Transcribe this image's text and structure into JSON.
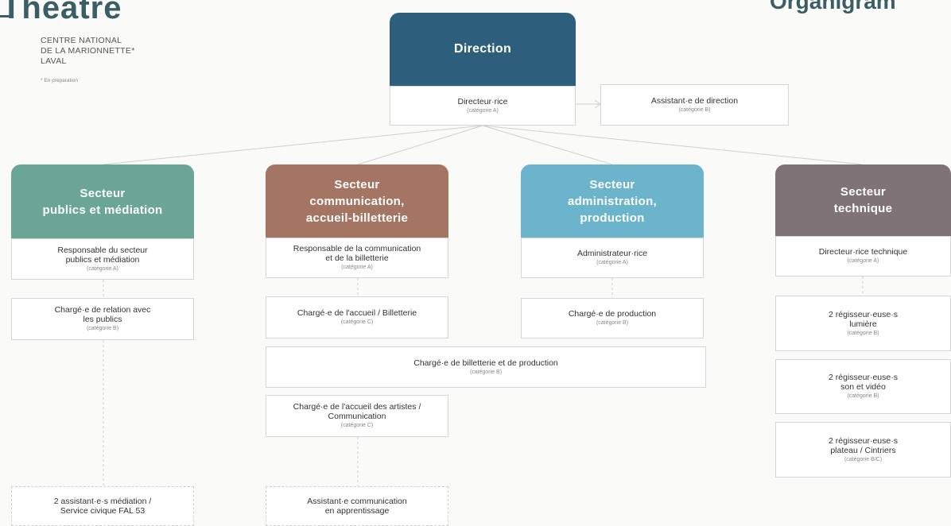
{
  "logo": {
    "word": "Théâtre",
    "subtitle": "CENTRE NATIONAL\nDE LA MARIONNETTE*\nLAVAL",
    "note": "* En préparation"
  },
  "title": "Organigram",
  "colors": {
    "direction": "#2d5f7c",
    "publics": "#6aa595",
    "communication": "#a37562",
    "administration": "#6bb4cc",
    "technique": "#7f7378"
  },
  "direction": {
    "label": "Direction",
    "director": {
      "title": "Directeur·rice",
      "category": "(catégorie A)"
    },
    "assistant": {
      "title": "Assistant·e de direction",
      "category": "(catégorie B)"
    }
  },
  "sectors": {
    "publics": {
      "label": "Secteur\npublics et médiation",
      "head": {
        "title": "Responsable du secteur\npublics et médiation",
        "category": "(catégorie A)"
      },
      "staff1": {
        "title": "Chargé·e de relation avec\nles publics",
        "category": "(catégorie B)"
      },
      "staff2": {
        "title": "2 assistant·e·s médiation /\nService civique FAL 53"
      }
    },
    "communication": {
      "label": "Secteur\ncommunication,\naccueil-billetterie",
      "head": {
        "title": "Responsable de la communication\net de la billetterie",
        "category": "(catégorie A)"
      },
      "staff1": {
        "title": "Chargé·e de l'accueil / Billetterie",
        "category": "(catégorie C)"
      },
      "staff2": {
        "title": "Chargé·e de l'accueil des artistes /\nCommunication",
        "category": "(catégorie C)"
      },
      "staff3": {
        "title": "Assistant·e communication\nen apprentissage"
      }
    },
    "administration": {
      "label": "Secteur\nadministration,\nproduction",
      "head": {
        "title": "Administrateur·rice",
        "category": "(catégorie A)"
      },
      "staff1": {
        "title": "Chargé·e de production",
        "category": "(catégorie B)"
      }
    },
    "shared": {
      "title": "Chargé·e de billetterie et de production",
      "category": "(catégorie B)"
    },
    "technique": {
      "label": "Secteur\ntechnique",
      "head": {
        "title": "Directeur·rice technique",
        "category": "(catégorie A)"
      },
      "staff1": {
        "title": "2 régisseur·euse·s\nlumière",
        "category": "(catégorie B)"
      },
      "staff2": {
        "title": "2 régisseur·euse·s\nson et vidéo",
        "category": "(catégorie B)"
      },
      "staff3": {
        "title": "2 régisseur·euse·s\nplateau / Cintriers",
        "category": "(catégorie B/C)"
      }
    }
  }
}
